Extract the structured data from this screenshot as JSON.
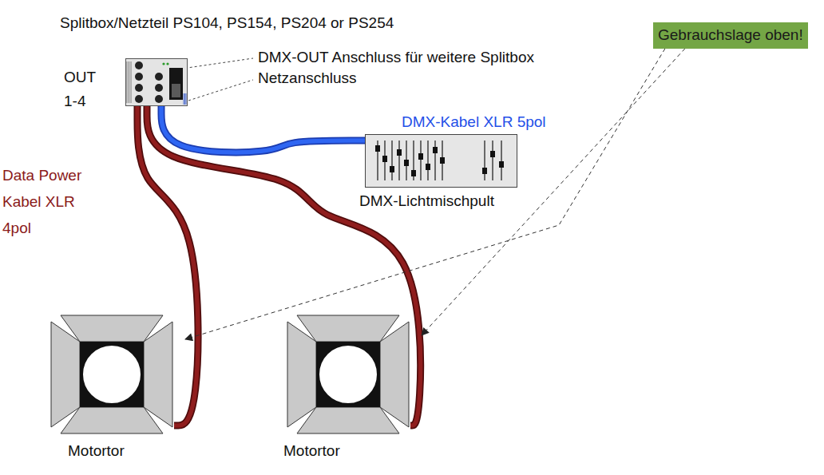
{
  "diagram": {
    "title": "Splitbox/Netzteil PS104, PS154, PS204 or PS254",
    "nodes": [
      {
        "text": [
          "OUT 1-4"
        ]
      },
      {
        "text": [
          "DMX-Lichtmischpult"
        ]
      },
      {
        "text": [
          "Motortor"
        ]
      },
      {
        "text": [
          "Motortor"
        ]
      },
      {
        "text": [
          "Gebrauchslage oben!"
        ]
      }
    ],
    "edges": [
      {
        "from": 0,
        "to": 1,
        "arrow": "none",
        "label": "DMX-Kabel XLR 5pol"
      },
      {
        "from": 0,
        "to": 2,
        "arrow": "none",
        "label": "Data Power Kabel XLR 4pol"
      },
      {
        "from": 0,
        "to": 3,
        "arrow": "none"
      },
      {
        "from": 4,
        "to": 2,
        "arrow": "to"
      },
      {
        "from": 4,
        "to": 3,
        "arrow": "to"
      }
    ],
    "labels": [
      "DMX-OUT Anschluss für weitere Splitbox",
      "Netzanschluss"
    ]
  }
}
